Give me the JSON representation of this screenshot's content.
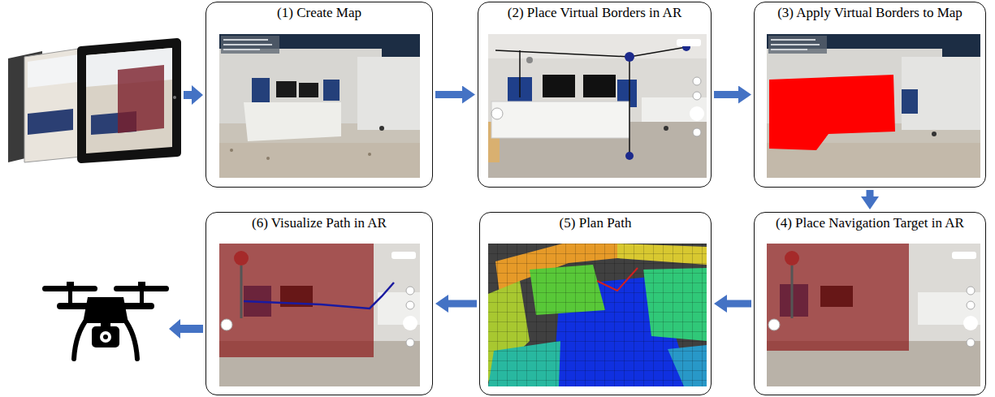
{
  "diagram": {
    "nodes": [
      {
        "text": [
          "(1) Create Map"
        ]
      },
      {
        "text": [
          "(2) Place Virtual Borders in AR"
        ]
      },
      {
        "text": [
          "(3) Apply Virtual Borders to Map"
        ]
      },
      {
        "text": [
          "(4) Place Navigation Target in AR"
        ]
      },
      {
        "text": [
          "(5) Plan Path"
        ]
      },
      {
        "text": [
          "(6) Visualize Path in AR"
        ]
      }
    ],
    "edges": [
      {
        "from": 0,
        "to": 1,
        "arrow": "to"
      },
      {
        "from": 1,
        "to": 2,
        "arrow": "to"
      },
      {
        "from": 2,
        "to": 3,
        "arrow": "to"
      },
      {
        "from": 3,
        "to": 4,
        "arrow": "to"
      },
      {
        "from": 4,
        "to": 5,
        "arrow": "to"
      }
    ]
  }
}
